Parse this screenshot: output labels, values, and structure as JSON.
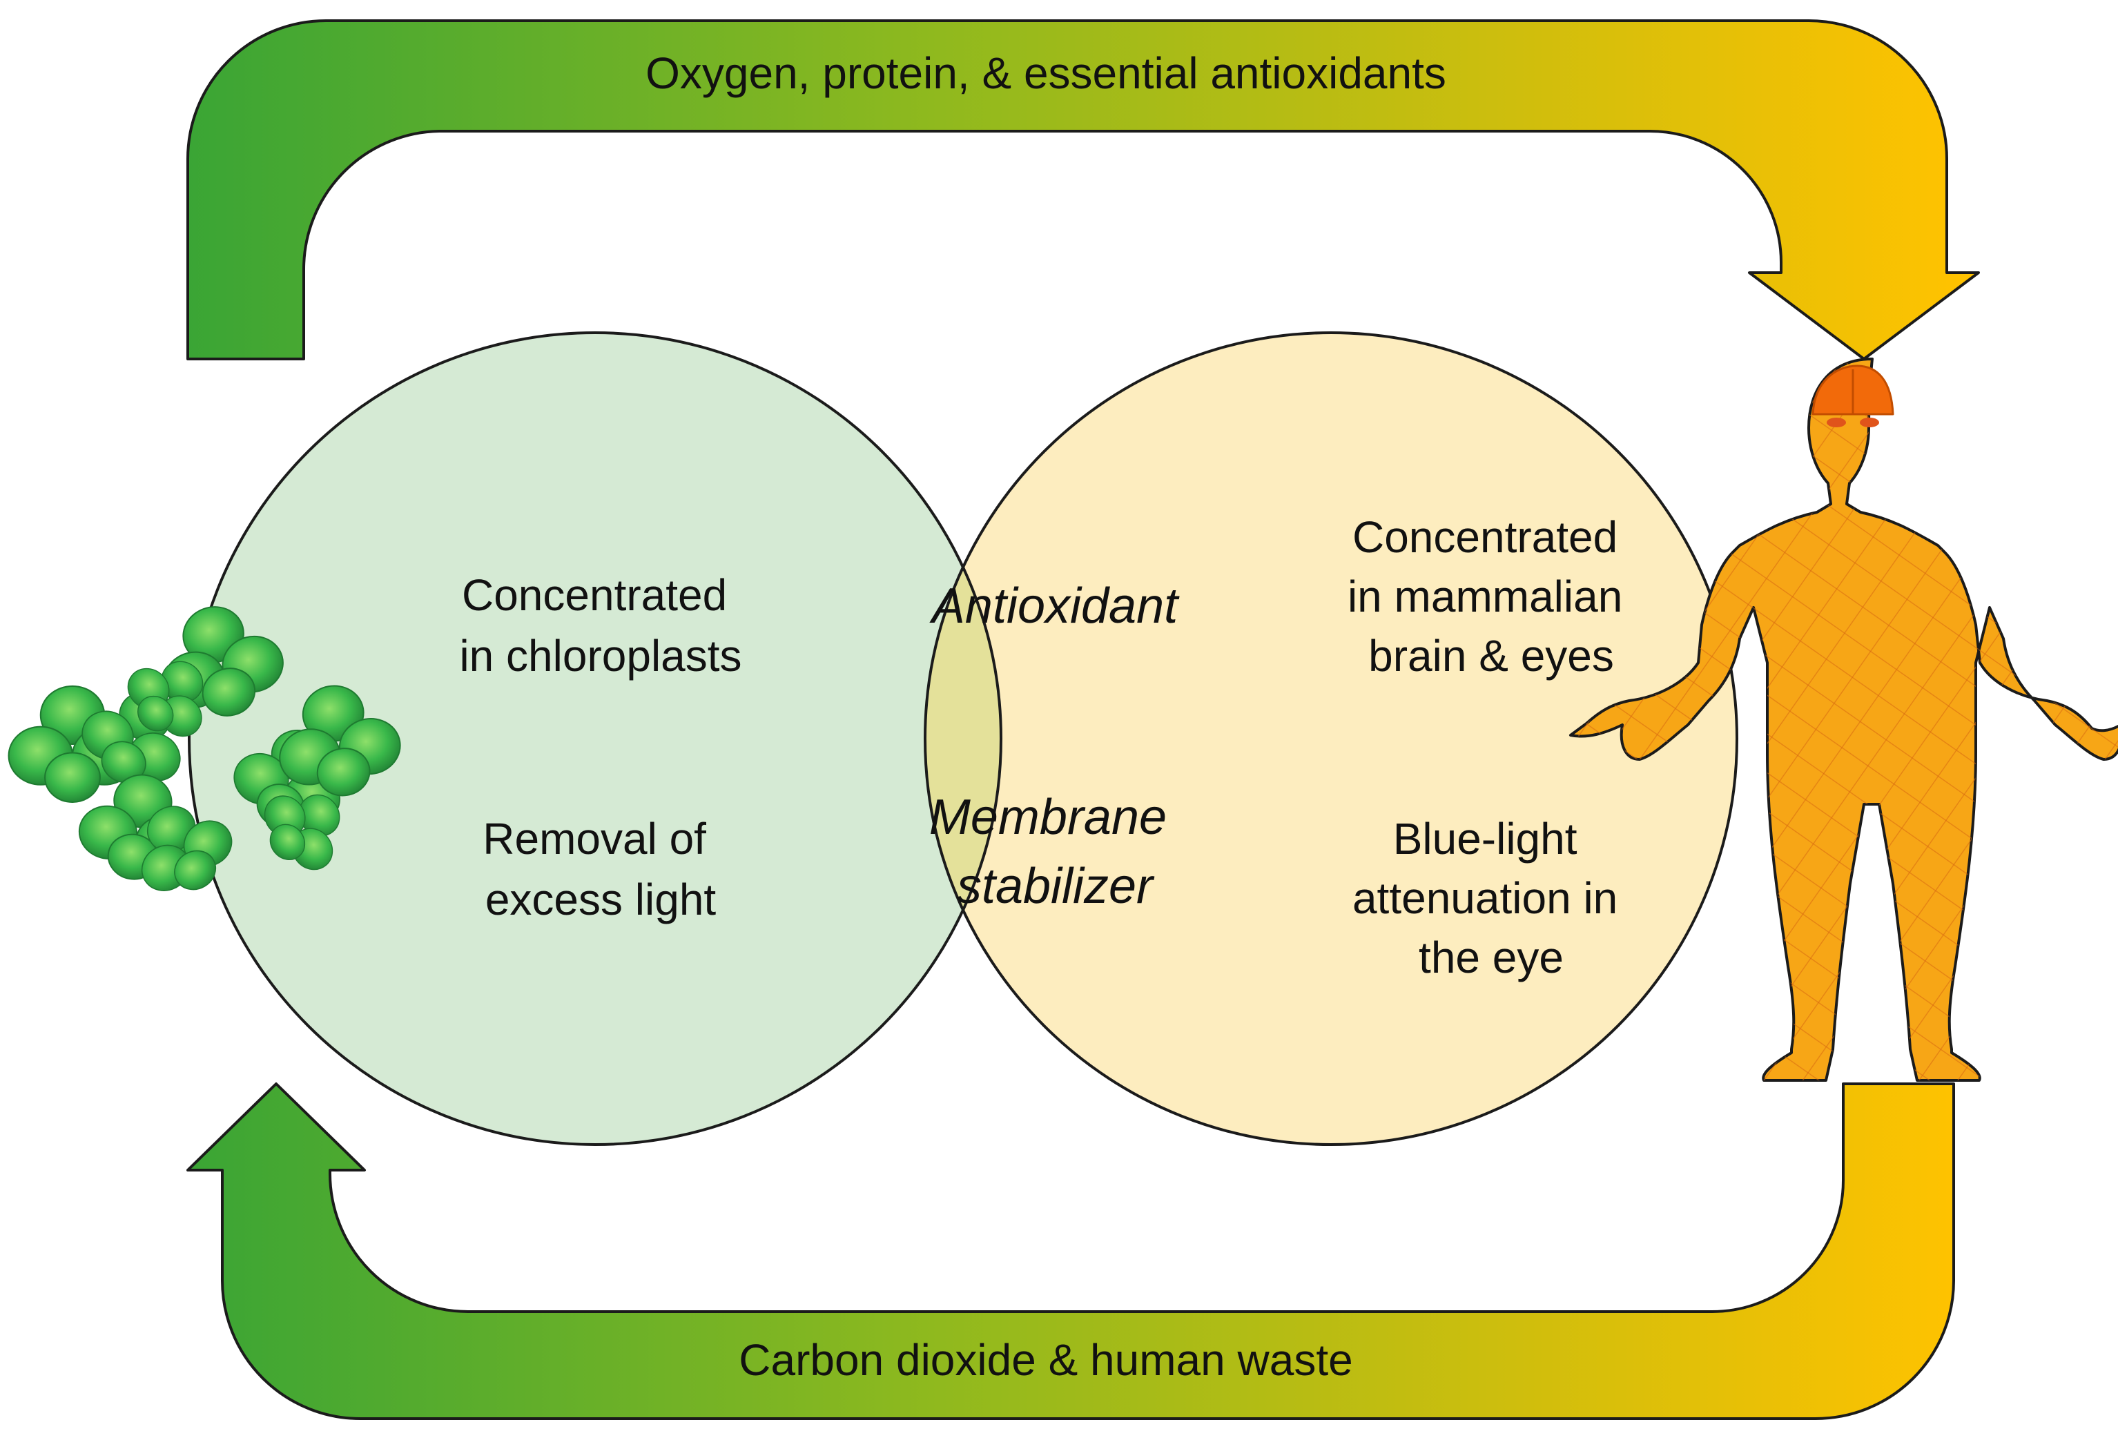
{
  "flows": {
    "top_label": "Oxygen, protein, & essential antioxidants",
    "bottom_label": "Carbon dioxide & human waste"
  },
  "left_circle": {
    "lines_1": [
      "Concentrated",
      "in chloroplasts"
    ],
    "lines_2": [
      "Removal of",
      "excess light"
    ]
  },
  "overlap": {
    "lines_1": [
      "Antioxidant"
    ],
    "lines_2": [
      "Membrane",
      "stabilizer"
    ]
  },
  "right_circle": {
    "lines_1": [
      "Concentrated",
      "in mammalian",
      "brain & eyes"
    ],
    "lines_2": [
      "Blue-light",
      "attenuation in",
      "the eye"
    ]
  },
  "colors": {
    "green": "#3aa535",
    "mid_green": "#8fb91e",
    "gold": "#ffc200",
    "left_fill": "#d5ead4",
    "right_fill": "#fdedbf",
    "overlap_fill": "#e4e19a",
    "human": "#f7a616",
    "plant": "#37b64a"
  },
  "icons": {
    "plant": "duckweed-icon",
    "human": "human-body-icon"
  }
}
